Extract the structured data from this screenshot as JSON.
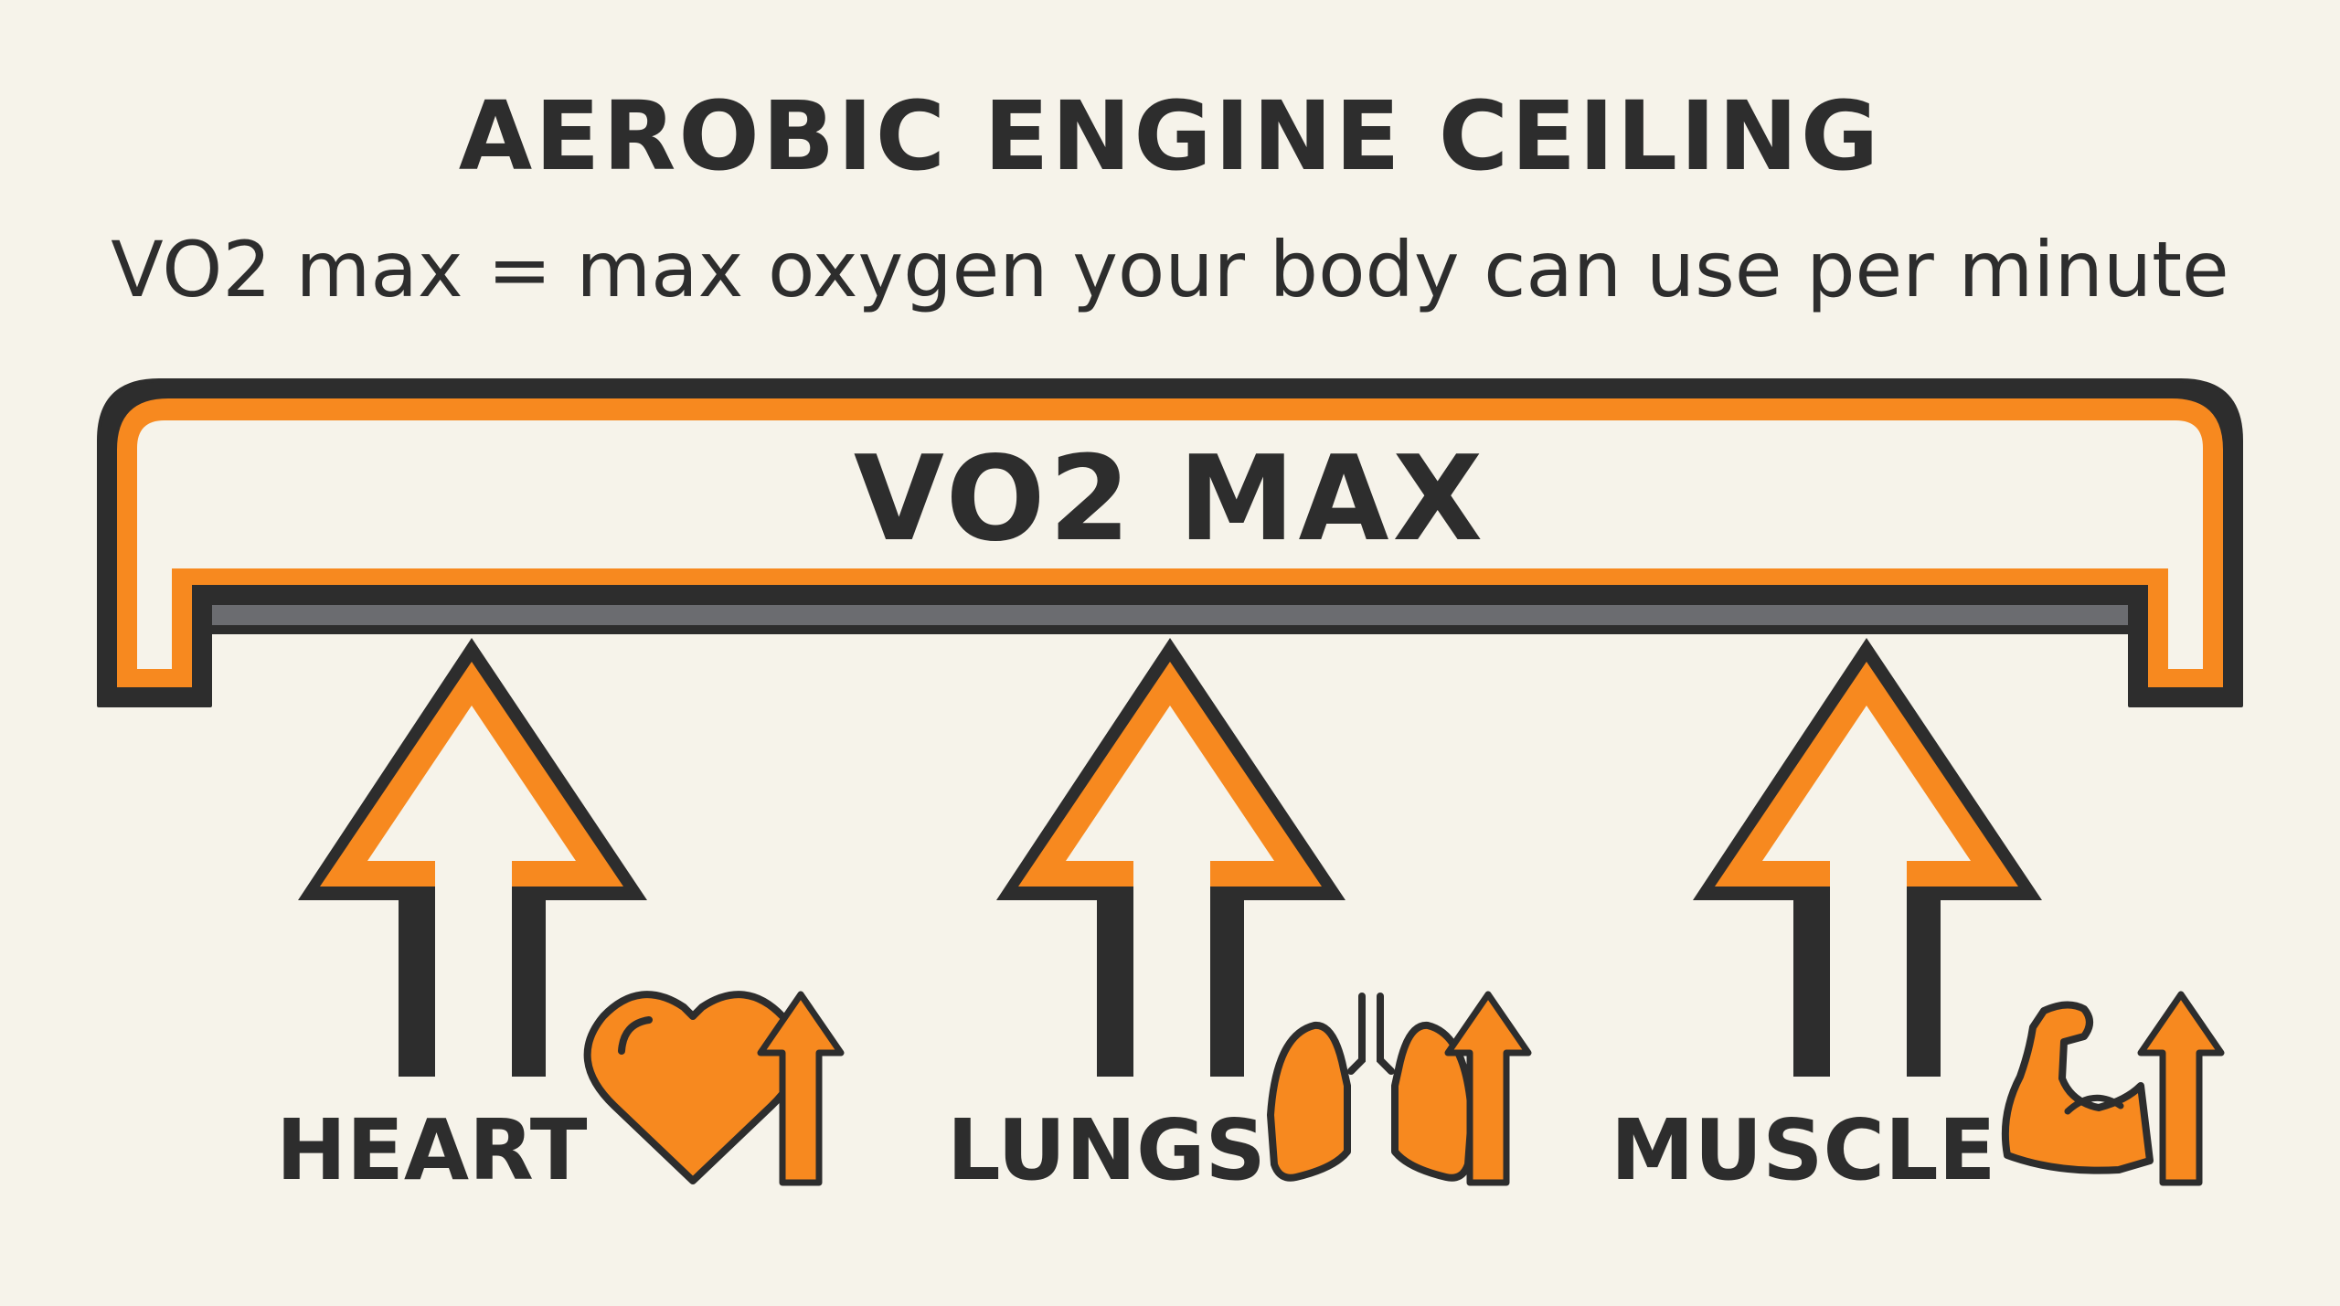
{
  "header": {
    "title": "AEROBIC ENGINE CEILING",
    "subtitle": "VO2 max = max oxygen your body can use per minute"
  },
  "ceiling": {
    "label": "VO2 MAX"
  },
  "factors": [
    {
      "label": "HEART",
      "icon": "heart-icon"
    },
    {
      "label": "LUNGS",
      "icon": "lungs-icon"
    },
    {
      "label": "MUSCLE",
      "icon": "flexed-bicep-icon"
    }
  ],
  "colors": {
    "accent": "#f7891f",
    "outline": "#2d2d2d",
    "bar": "#6b6c70",
    "background": "#f6f3ea"
  }
}
